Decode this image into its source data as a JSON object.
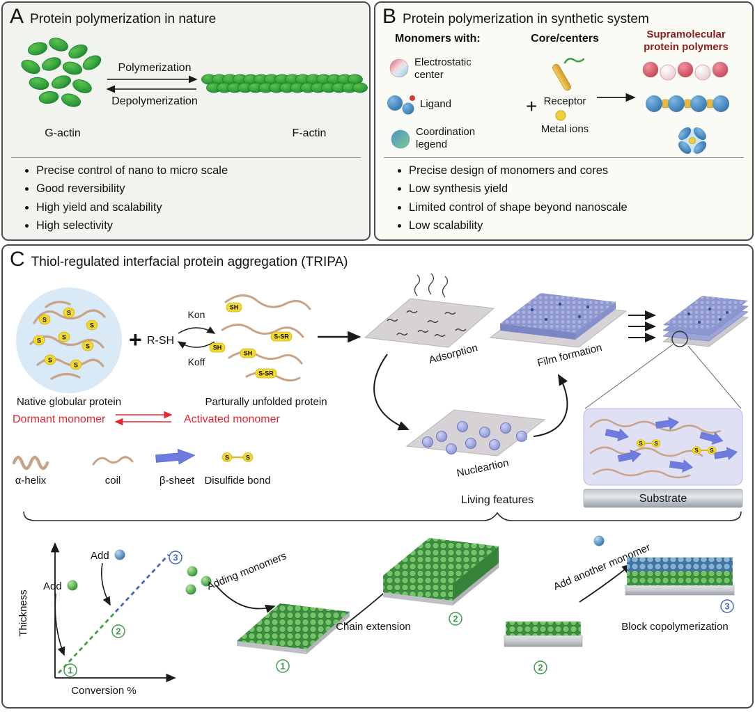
{
  "panelA": {
    "label": "A",
    "title": "Protein polymerization in nature",
    "polymerization": "Polymerization",
    "depolymerization": "Depolymerization",
    "g_actin": "G-actin",
    "f_actin": "F-actin",
    "bullets": [
      "Precise control of nano to micro scale",
      "Good reversibility",
      "High yield and scalability",
      "High selectivity"
    ]
  },
  "panelB": {
    "label": "B",
    "title": "Protein polymerization in synthetic system",
    "monomers_header": "Monomers with:",
    "cores_header": "Core/centers",
    "products_header_line1": "Supramolecular",
    "products_header_line2": "protein polymers",
    "electrostatic_line1": "Electrostatic",
    "electrostatic_line2": "center",
    "ligand": "Ligand",
    "coordination_line1": "Coordination",
    "coordination_line2": "legend",
    "plus": "+",
    "receptor": "Receptor",
    "metal_ions": "Metal ions",
    "bullets": [
      "Precise design of monomers and cores",
      "Low synthesis yield",
      "Limited control of shape beyond nanoscale",
      "Low scalability"
    ]
  },
  "panelC": {
    "label": "C",
    "title": "Thiol-regulated interfacial protein aggregation (TRIPA)",
    "plus": "+",
    "rsh": "R-SH",
    "kon": "Kon",
    "koff": "Koff",
    "s_label": "S",
    "sh_tag": "SH",
    "ssr_tag": "S-SR",
    "native_protein": "Native globular protein",
    "unfolded_protein": "Parturally unfolded protein",
    "dormant": "Dormant monomer",
    "activated": "Activated monomer",
    "legend": {
      "alpha_helix": "α-helix",
      "coil": "coil",
      "beta_sheet": "β-sheet",
      "disulfide": "Disulfide bond"
    },
    "adsorption": "Adsorption",
    "nucleation": "Nucleartion",
    "film_formation": "Film formation",
    "substrate": "Substrate",
    "living_features": "Living features",
    "graph": {
      "ylabel": "Thickness",
      "xlabel": "Conversion %",
      "add": "Add",
      "m1": "1",
      "m2": "2",
      "m3": "3"
    },
    "adding_monomers": "Adding monomers",
    "chain_extension": "Chain extension",
    "add_another": "Add another monomer",
    "block_copolymerization": "Block copolymerization"
  }
}
